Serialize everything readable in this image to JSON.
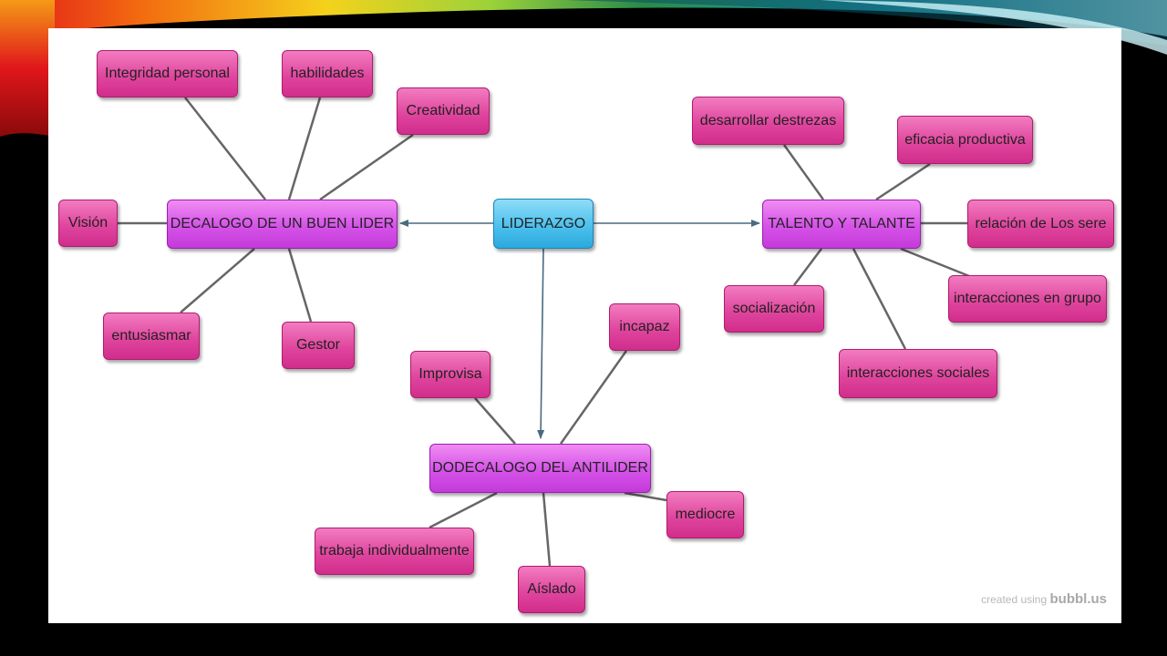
{
  "diagram": {
    "center": "LIDERAZGO",
    "branches": [
      {
        "id": "decalogo",
        "label": "DECALOGO DE UN BUEN LIDER",
        "items": [
          "Integridad personal",
          "habilidades",
          "Creatividad",
          "Visión",
          "entusiasmar",
          "Gestor"
        ]
      },
      {
        "id": "talento",
        "label": "TALENTO Y TALANTE",
        "items": [
          "desarrollar destrezas",
          "eficacia productiva",
          "relación de Los sere",
          "interacciones en grupo",
          "interacciones sociales",
          "socialización"
        ]
      },
      {
        "id": "antilider",
        "label": "DODECALOGO DEL ANTILIDER",
        "items": [
          "Improvisa",
          "incapaz",
          "mediocre",
          "Aíslado",
          "trabaja individualmente"
        ]
      }
    ]
  },
  "watermark": {
    "prefix": "created using",
    "brand": "bubbl.us"
  },
  "colors": {
    "leaf": "#e0469e",
    "branch": "#d552e8",
    "center": "#4cc1ee",
    "link": "#666666",
    "arrow": "#4a6a80"
  }
}
